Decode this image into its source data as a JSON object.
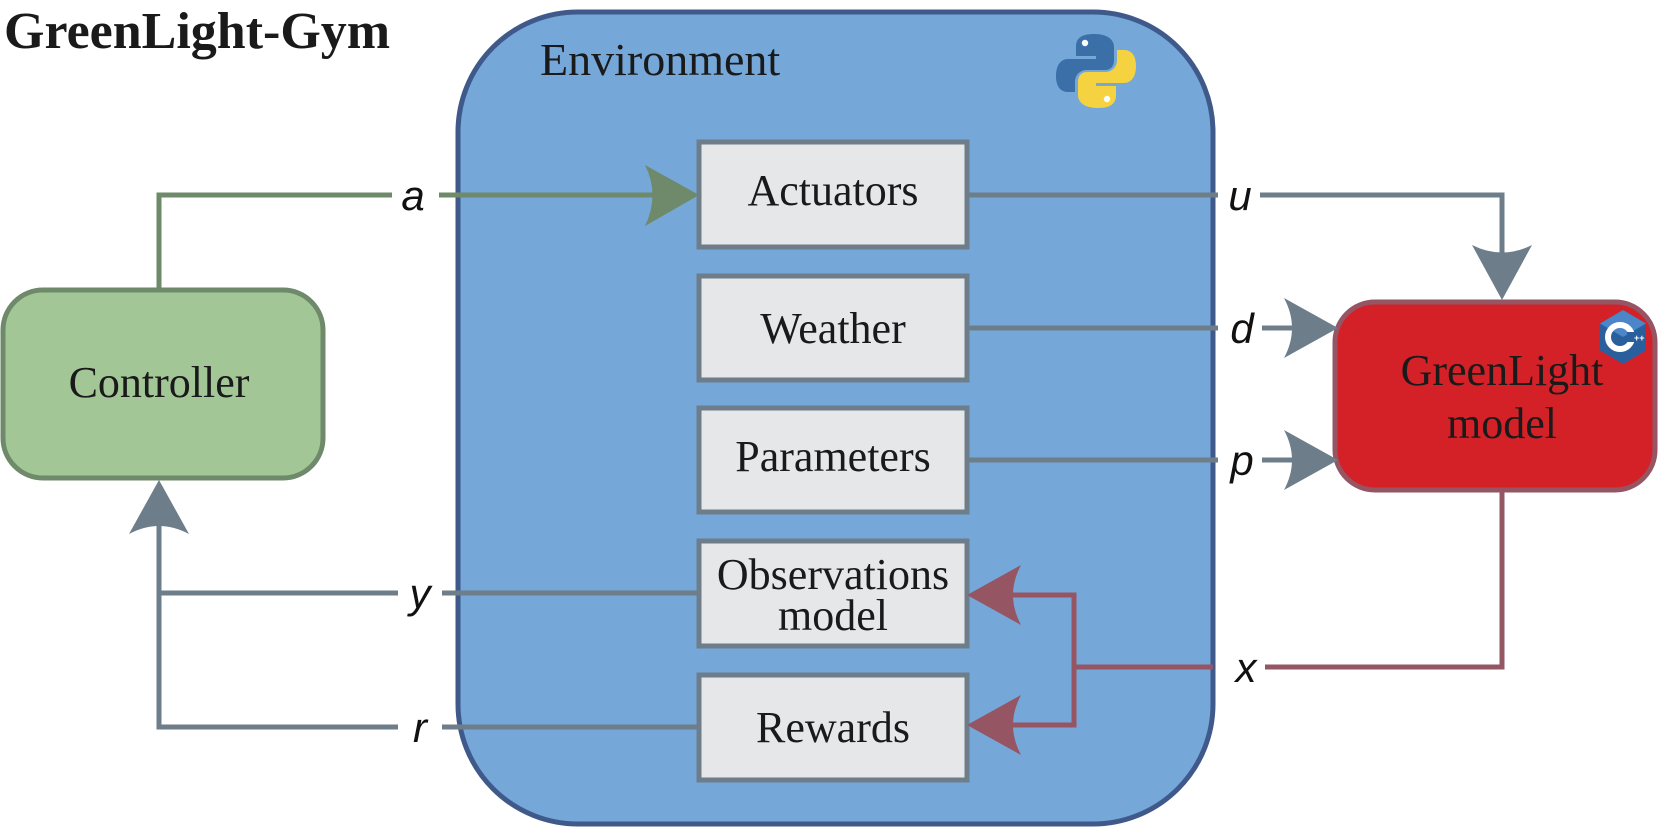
{
  "title": "GreenLight-Gym",
  "environment": {
    "label": "Environment",
    "icon": "python-logo-icon"
  },
  "controller": {
    "label": "Controller",
    "color": "#a3c697"
  },
  "model": {
    "line1": "GreenLight",
    "line2": "model",
    "color": "#d42128",
    "icon": "cpp-logo-icon"
  },
  "modules": {
    "actuators": "Actuators",
    "weather": "Weather",
    "parameters": "Parameters",
    "observations_line1": "Observations",
    "observations_line2": "model",
    "rewards": "Rewards"
  },
  "signals": {
    "a": "a",
    "u": "u",
    "d": "d",
    "p": "p",
    "y": "y",
    "r": "r",
    "x": "x"
  },
  "colors": {
    "environment_fill": "#75a7d8",
    "environment_border": "#3f5a8a",
    "module_fill": "#e6e7e8",
    "module_border": "#6d7e8a",
    "green_line": "#6e8a6a",
    "gray_line": "#6d7e8a",
    "red_line": "#955563"
  }
}
